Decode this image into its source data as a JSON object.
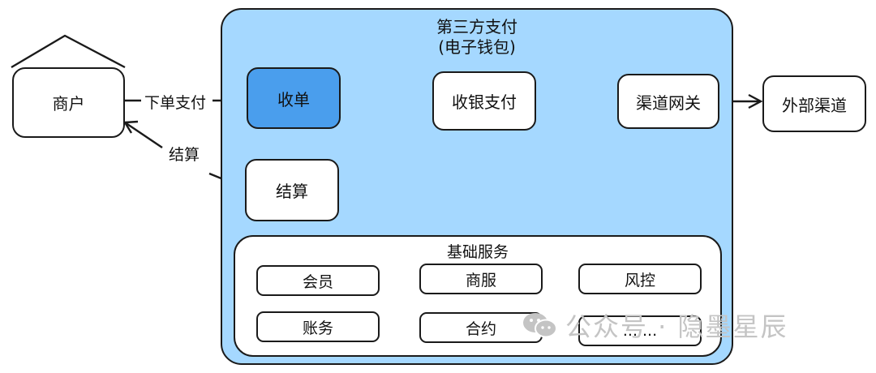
{
  "diagram": {
    "platform": {
      "title": "第三方支付",
      "subtitle": "(电子钱包)"
    },
    "nodes": {
      "merchant": "商户",
      "acquiring": "收单",
      "cashier": "收银支付",
      "gateway": "渠道网关",
      "external": "外部渠道",
      "settlement": "结算"
    },
    "edges": {
      "order_pay": "下单支付",
      "settle": "结算"
    },
    "base_services": {
      "title": "基础服务",
      "items": [
        "会员",
        "商服",
        "风控",
        "账务",
        "合约",
        "... ..."
      ]
    },
    "colors": {
      "platform_fill": "#a5d8ff",
      "acquiring_fill": "#4a9eed",
      "stroke": "#1a1a1a"
    }
  },
  "watermark": {
    "text": "公众号 · 隐墨星辰"
  }
}
